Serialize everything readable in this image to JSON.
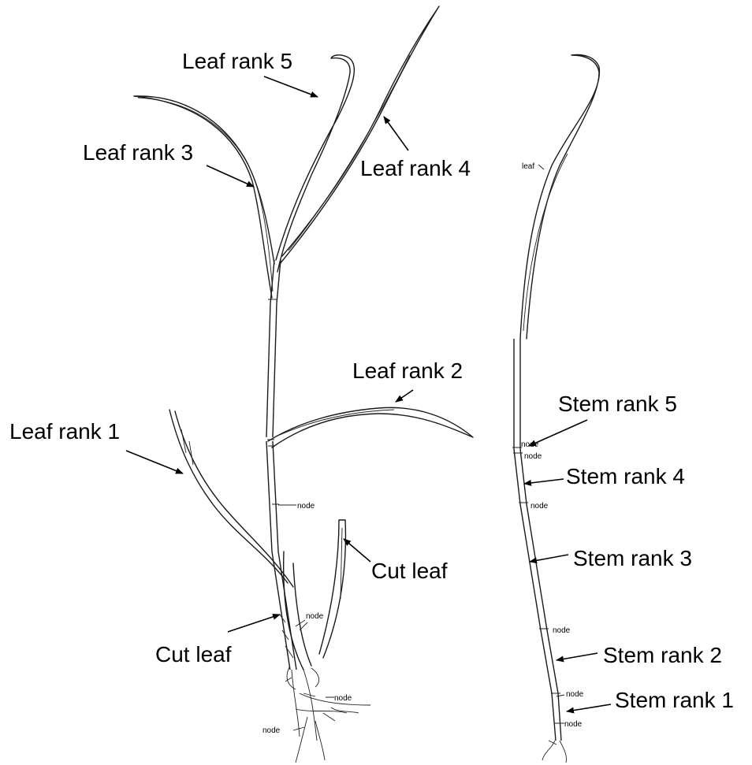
{
  "diagram": {
    "left_plant": {
      "labels": {
        "leaf_rank_5": "Leaf rank 5",
        "leaf_rank_3": "Leaf rank 3",
        "leaf_rank_4": "Leaf rank 4",
        "leaf_rank_2": "Leaf rank 2",
        "leaf_rank_1": "Leaf rank 1",
        "cut_leaf_right": "Cut leaf",
        "cut_leaf_left": "Cut leaf"
      },
      "small_labels": {
        "node_upper": "node",
        "node_middle": "node",
        "node_lower": "node",
        "node_bottom": "node"
      }
    },
    "right_plant": {
      "labels": {
        "stem_rank_5": "Stem rank 5",
        "stem_rank_4": "Stem rank 4",
        "stem_rank_3": "Stem rank 3",
        "stem_rank_2": "Stem rank 2",
        "stem_rank_1": "Stem rank 1"
      },
      "small_labels": {
        "leaf": "leaf",
        "node_1": "node",
        "node_2": "node",
        "node_3": "node",
        "node_4": "node",
        "node_5": "node",
        "node_6": "node"
      }
    }
  }
}
